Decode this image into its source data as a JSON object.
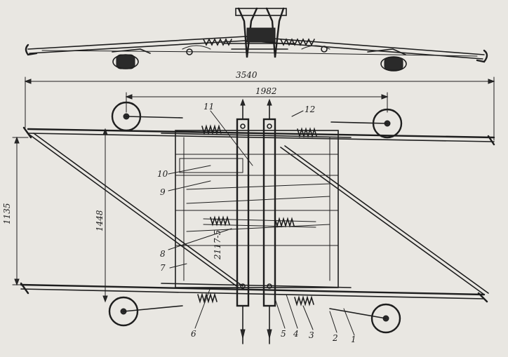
{
  "dimensions": {
    "overall_width": "3540",
    "frame_width": "1982",
    "frame_length": "1448",
    "end_span": "1135"
  },
  "stamp": "2117-5",
  "callouts": [
    "1",
    "2",
    "3",
    "4",
    "5",
    "6",
    "7",
    "8",
    "9",
    "10",
    "11",
    "12"
  ]
}
